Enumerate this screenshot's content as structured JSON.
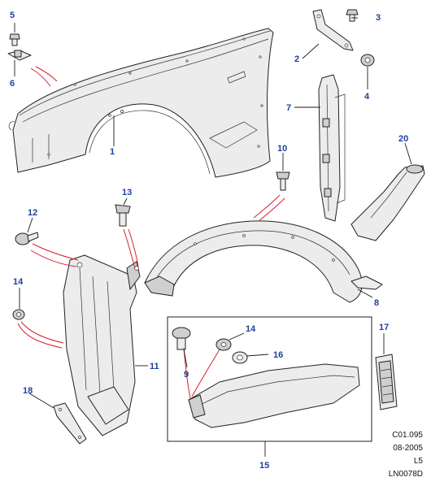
{
  "callouts": {
    "c1": "1",
    "c2": "2",
    "c3": "3",
    "c4": "4",
    "c5": "5",
    "c6": "6",
    "c7": "7",
    "c8": "8",
    "c9": "9",
    "c10": "10",
    "c11": "11",
    "c12": "12",
    "c13": "13",
    "c14a": "14",
    "c14b": "14",
    "c15": "15",
    "c16": "16",
    "c17": "17",
    "c18": "18",
    "c20": "20"
  },
  "reference": {
    "line1": "C01.095",
    "line2": "08-2005",
    "line3": "L5",
    "line4": "LN0078D"
  },
  "colors": {
    "callout": "#1f3f9f",
    "connector": "#d9202a",
    "outline": "#222222"
  }
}
